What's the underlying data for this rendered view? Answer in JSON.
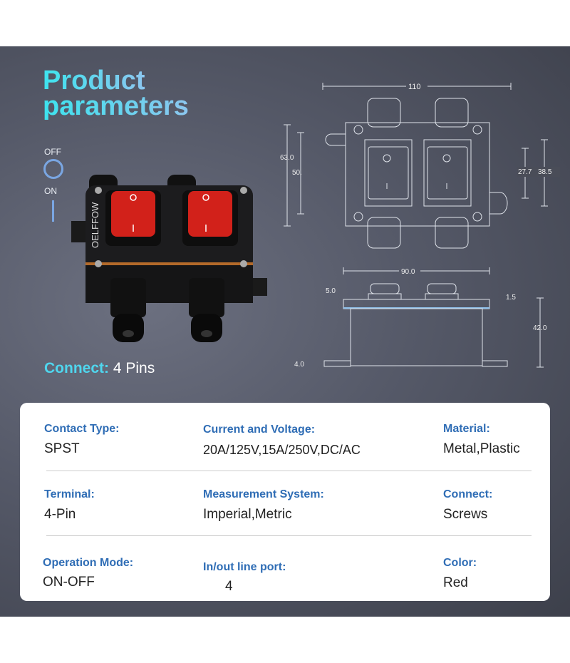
{
  "title": {
    "line1": "Product",
    "line2": "parameters"
  },
  "switch_legend": {
    "off": "OFF",
    "on": "ON"
  },
  "product": {
    "brand": "OELFFOW"
  },
  "connect": {
    "label": "Connect:",
    "value": "4 Pins"
  },
  "dimensions": {
    "width": "110",
    "height_outer": "63.0",
    "height_inner": "50.",
    "switch_h": "27.7",
    "frame_h": "38.5",
    "base_w": "90.0",
    "lid": "5.0",
    "gap": "1.5",
    "depth": "42.0",
    "foot": "4.0"
  },
  "specs": [
    {
      "label": "Contact Type:",
      "value": "SPST"
    },
    {
      "label": "Current and Voltage:",
      "value": "20A/125V,15A/250V,DC/AC"
    },
    {
      "label": "Material:",
      "value": "Metal,Plastic"
    },
    {
      "label": "Terminal:",
      "value": "4-Pin"
    },
    {
      "label": "Measurement System:",
      "value": "Imperial,Metric"
    },
    {
      "label": "Connect:",
      "value": "Screws"
    },
    {
      "label": "Operation Mode:",
      "value": "ON-OFF"
    },
    {
      "label": "In/out line port:",
      "value": "4"
    },
    {
      "label": "Color:",
      "value": "Red"
    }
  ],
  "colors": {
    "accent": "#3de3ee",
    "label": "#2f6db5",
    "switch": "#e8231c"
  }
}
